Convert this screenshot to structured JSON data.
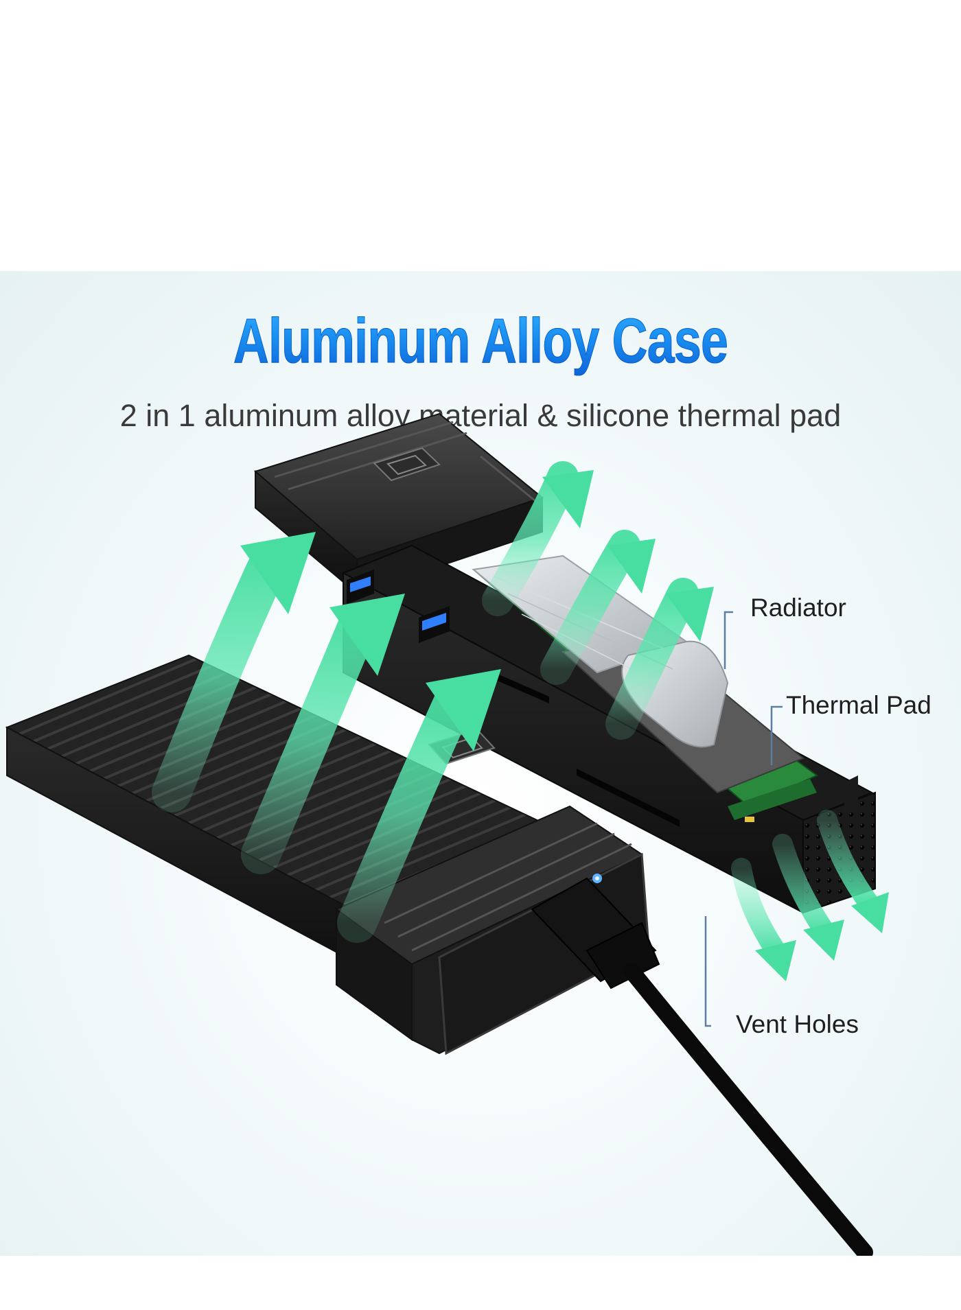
{
  "headline": "Aluminum Alloy Case",
  "subtitle": "2 in 1 aluminum alloy material & silicone thermal pad",
  "callouts": {
    "radiator": "Radiator",
    "thermal_pad": "Thermal Pad",
    "vent_holes": "Vent Holes"
  },
  "colors": {
    "headline_blue": "#1a8ef0",
    "airflow_green": "#5fe6b0",
    "case_black": "#1c1c1c",
    "pcb_green": "#1f8a3a",
    "led_blue": "#2f8dff"
  },
  "icons": [
    "airflow-arrow-icon",
    "usb-cable-icon",
    "led-indicator-icon"
  ]
}
